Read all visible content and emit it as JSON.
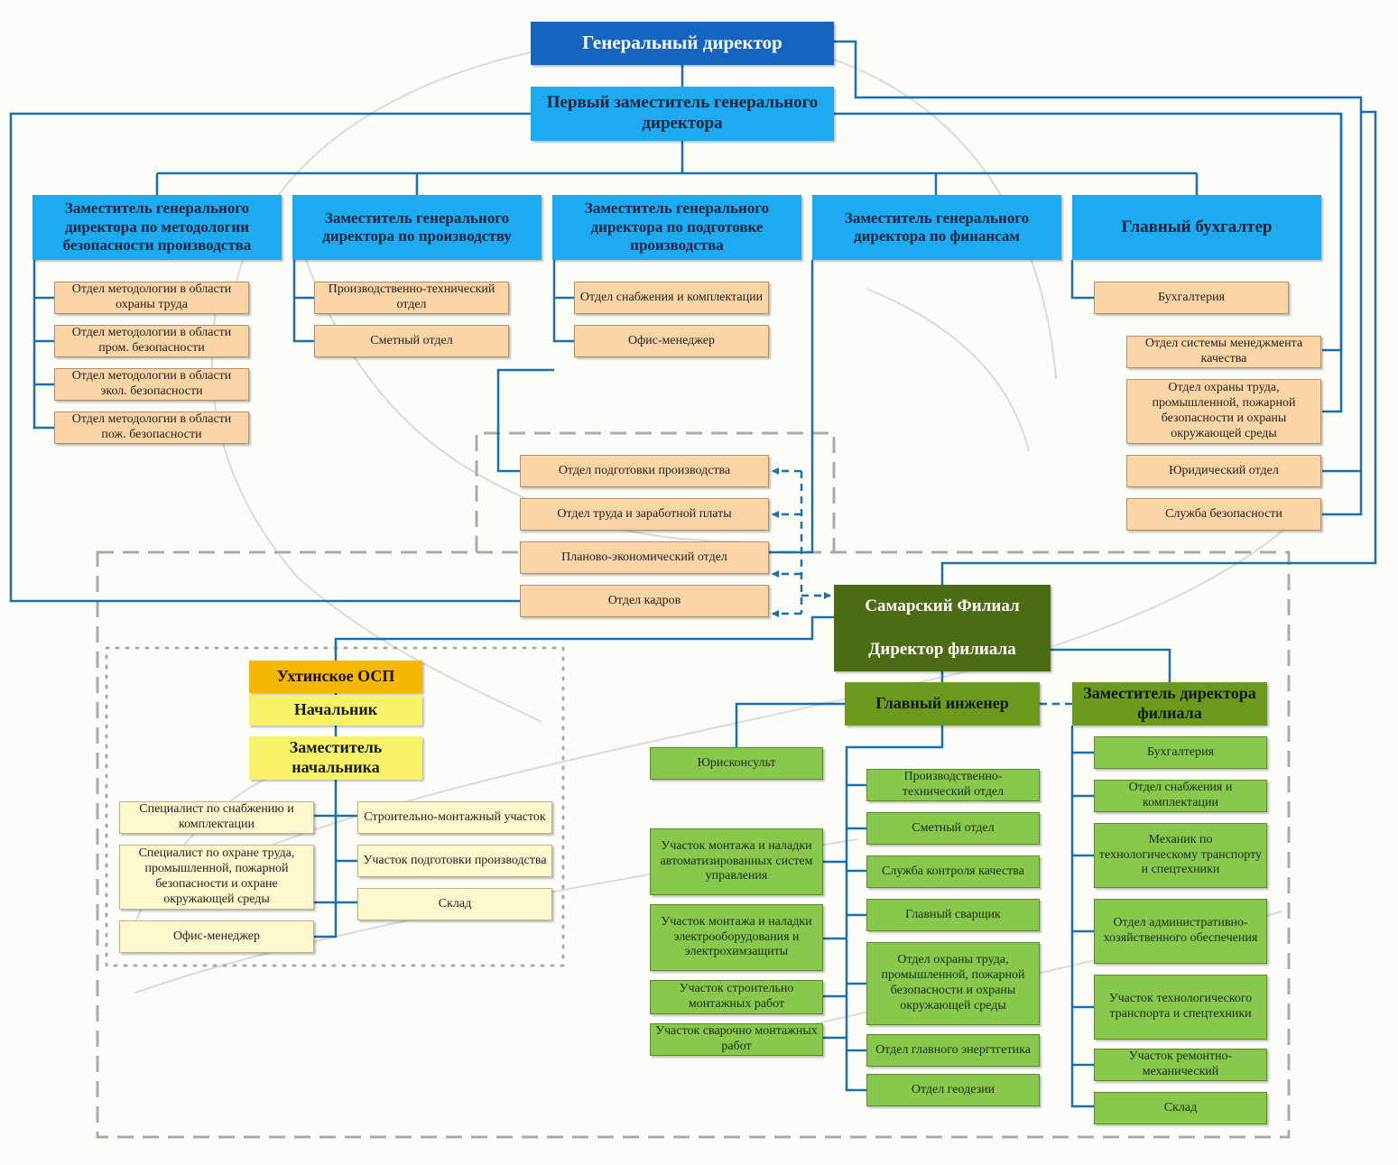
{
  "general_director": "Генеральный директор",
  "first_deputy": "Первый заместитель генерального директора",
  "deputies": {
    "safety_methodology": "Заместитель генерального директора по методологии безопасности производства",
    "production": "Заместитель генерального директора по производству",
    "production_preparation": "Заместитель генерального директора по подготовке производства",
    "finance": "Заместитель генерального директора по финансам",
    "chief_accountant": "Главный бухгалтер"
  },
  "safety_depts": [
    "Отдел методологии в области охраны труда",
    "Отдел методологии в области пром. безопасности",
    "Отдел методологии в области экол. безопасности",
    "Отдел методологии в области пож. безопасности"
  ],
  "production_depts": [
    "Производственно-технический отдел",
    "Сметный отдел"
  ],
  "prep_depts": [
    "Отдел снабжения и комплектации",
    "Офис-менеджер"
  ],
  "accounting_depts": [
    "Бухгалтерия"
  ],
  "central_depts": [
    "Отдел подготовки производства",
    "Отдел труда и заработной платы",
    "Планово-экономический отдел",
    "Отдел кадров"
  ],
  "right_depts": [
    "Отдел системы менеджмента качества",
    "Отдел охраны труда, промышленной, пожарной безопасности и охраны окружающей среды",
    "Юридический отдел",
    "Служба безопасности"
  ],
  "samara": {
    "title": "Самарский Филиал",
    "director": "Директор филиала",
    "chief_engineer": "Главный инженер",
    "deputy": "Заместитель директора филиала",
    "legal": "Юрисконсульт",
    "sections": [
      "Участок монтажа и наладки автоматизированных систем управления",
      "Участок монтажа и наладки электрооборудования и электрохимзащиты",
      "Участок строительно монтажных работ",
      "Участок сварочно монтажных работ"
    ],
    "engineer_depts": [
      "Производственно-технический отдел",
      "Сметный отдел",
      "Служба контроля качества",
      "Главный сварщик",
      "Отдел охраны труда, промышленной, пожарной безопасности и охраны окружающей среды",
      "Отдел главного энергтгетика",
      "Отдел геодезии"
    ],
    "deputy_depts": [
      "Бухгалтерия",
      "Отдел снабжения и комплектации",
      "Механик по технологическому транспорту и спецтехники",
      "Отдел административно-хозяйственного обеспечения",
      "Участок технологического транспорта и спецтехники",
      "Участок ремонтно-механический",
      "Склад"
    ]
  },
  "ukhta": {
    "title": "Ухтинское ОСП",
    "head": "Начальник",
    "deputy": "Заместитель начальника",
    "left": [
      "Специалист по снабжению и комплектации",
      "Специалист по охране труда, промышленной, пожарной безопасности и охране окружающей среды",
      "Офис-менеджер"
    ],
    "right": [
      "Строительно-монтажный участок",
      "Участок подготовки производства",
      "Склад"
    ]
  },
  "colors": {
    "general": "#1565c0",
    "deputy": "#1eaaf1",
    "dept": "#fbd5a5",
    "branch_dark": "#4d6b12",
    "branch_head": "#6b9a1e",
    "branch_dept": "#88c94d",
    "osp_title": "#f5b800",
    "osp_head": "#f6f36b",
    "osp_dept": "#fbf8cd",
    "connector": "#1a6fae"
  }
}
